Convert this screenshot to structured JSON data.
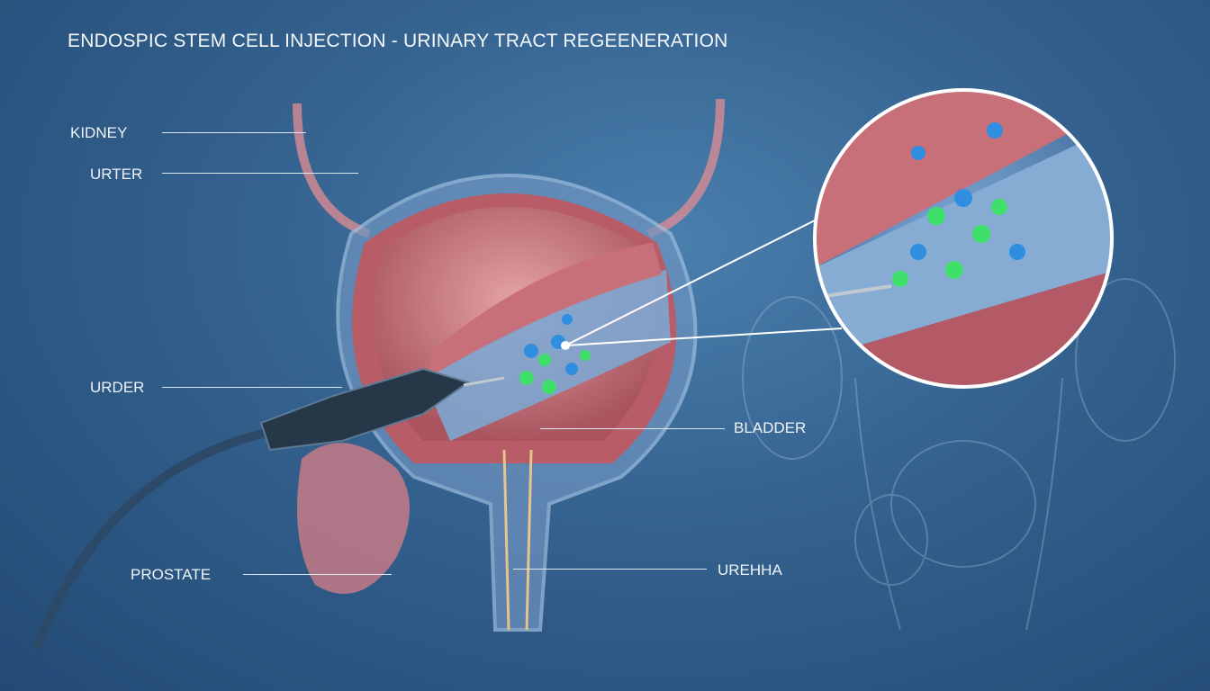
{
  "title": "ENDOSPIC STEM CELL INJECTION - URINARY TRACT REGEENERATION",
  "labels": {
    "kidney": "KIDNEY",
    "urter": "URTER",
    "urder": "URDER",
    "prostate": "PROSTATE",
    "bladder": "BLADDER",
    "urehha": "UREHHA"
  },
  "colors": {
    "background": "#34618e",
    "muscle": "#c8707a",
    "cells_green": "#3fe06a",
    "cells_blue": "#2f8ee0"
  }
}
